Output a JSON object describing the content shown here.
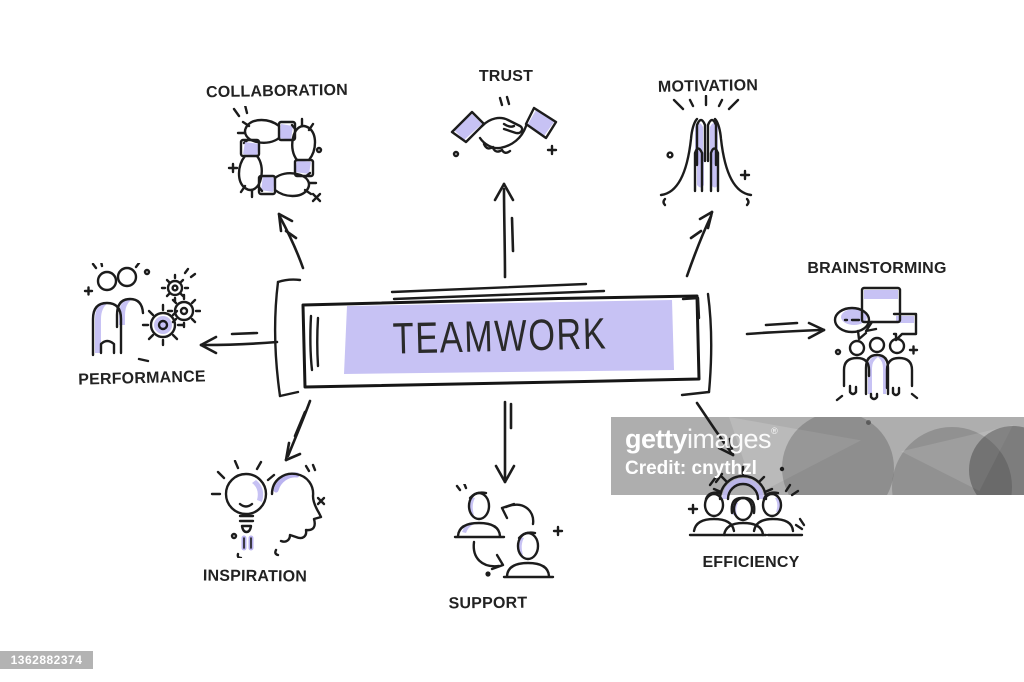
{
  "diagram": {
    "center_label": "TEAMWORK",
    "accent_color": "#bdb7f2",
    "ink_color": "#1c1c1c",
    "nodes": [
      {
        "label": "COLLABORATION",
        "icon": "four-hands-icon",
        "position": "top-left"
      },
      {
        "label": "TRUST",
        "icon": "handshake-icon",
        "position": "top-center"
      },
      {
        "label": "MOTIVATION",
        "icon": "raised-hands-icon",
        "position": "top-right"
      },
      {
        "label": "BRAINSTORMING",
        "icon": "people-speech-bubbles-icon",
        "position": "right"
      },
      {
        "label": "PERFORMANCE",
        "icon": "people-gears-icon",
        "position": "left"
      },
      {
        "label": "INSPIRATION",
        "icon": "lightbulb-head-icon",
        "position": "bottom-left"
      },
      {
        "label": "SUPPORT",
        "icon": "people-exchange-arrows-icon",
        "position": "bottom-center"
      },
      {
        "label": "EFFICIENCY",
        "icon": "team-gear-icon",
        "position": "bottom-right"
      }
    ]
  },
  "watermark": {
    "brand_bold": "getty",
    "brand_regular": "images",
    "registered_mark": "®",
    "credit_line": "Credit: cnythzl",
    "image_id": "1362882374",
    "band_color": "#a9a9a9"
  }
}
